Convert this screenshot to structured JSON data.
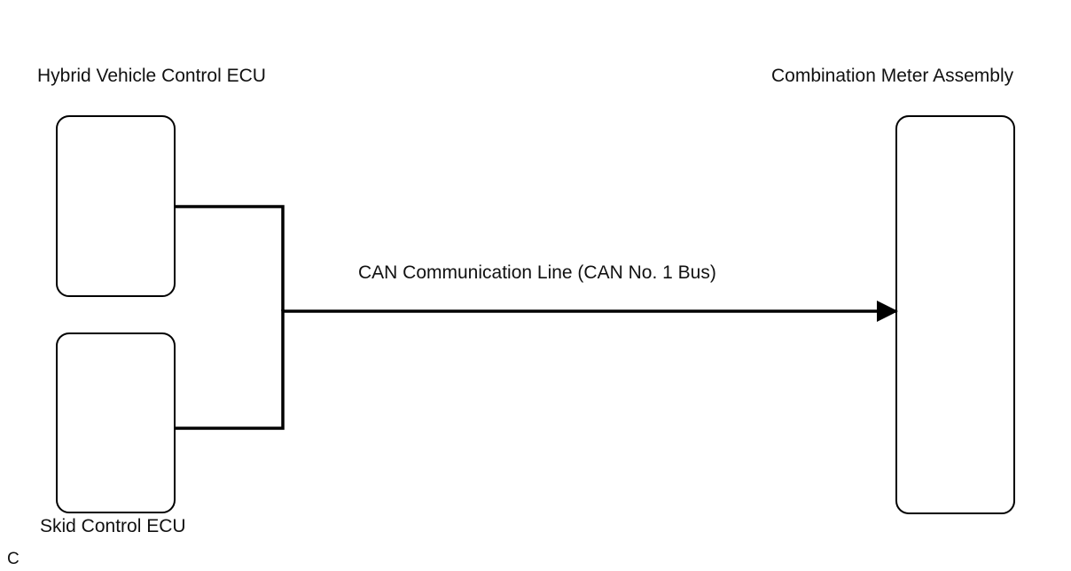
{
  "components": {
    "hybrid_ecu": {
      "label": "Hybrid Vehicle Control ECU"
    },
    "skid_ecu": {
      "label": "Skid Control ECU"
    },
    "combination_meter": {
      "label": "Combination Meter Assembly"
    }
  },
  "bus": {
    "label": "CAN Communication Line (CAN No. 1 Bus)",
    "direction": "to-combination-meter"
  },
  "footer": {
    "code": "C"
  },
  "colors": {
    "stroke": "#000000",
    "background": "#ffffff"
  }
}
